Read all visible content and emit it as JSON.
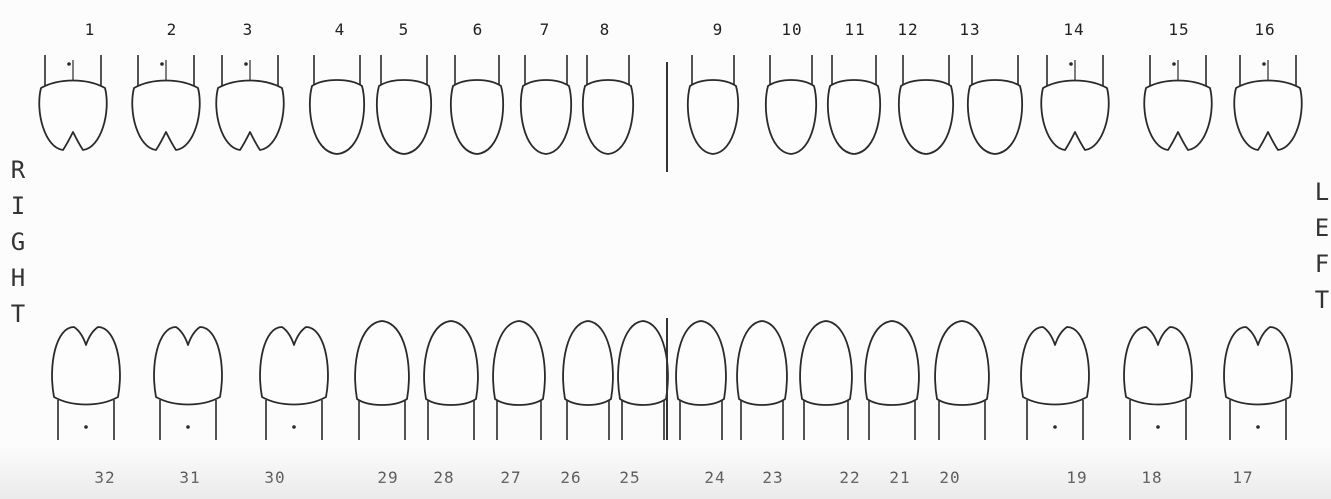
{
  "side_labels": {
    "right": [
      "R",
      "I",
      "G",
      "H",
      "T"
    ],
    "left": [
      "L",
      "E",
      "F",
      "T"
    ]
  },
  "upper_teeth": [
    {
      "number": "1",
      "type": "molar"
    },
    {
      "number": "2",
      "type": "molar"
    },
    {
      "number": "3",
      "type": "molar"
    },
    {
      "number": "4",
      "type": "premolar"
    },
    {
      "number": "5",
      "type": "premolar"
    },
    {
      "number": "6",
      "type": "canine"
    },
    {
      "number": "7",
      "type": "incisor"
    },
    {
      "number": "8",
      "type": "incisor"
    },
    {
      "number": "9",
      "type": "incisor"
    },
    {
      "number": "10",
      "type": "incisor"
    },
    {
      "number": "11",
      "type": "canine"
    },
    {
      "number": "12",
      "type": "premolar"
    },
    {
      "number": "13",
      "type": "premolar"
    },
    {
      "number": "14",
      "type": "molar"
    },
    {
      "number": "15",
      "type": "molar"
    },
    {
      "number": "16",
      "type": "molar"
    }
  ],
  "lower_teeth": [
    {
      "number": "32",
      "type": "molar"
    },
    {
      "number": "31",
      "type": "molar"
    },
    {
      "number": "30",
      "type": "molar"
    },
    {
      "number": "29",
      "type": "premolar"
    },
    {
      "number": "28",
      "type": "premolar"
    },
    {
      "number": "27",
      "type": "canine"
    },
    {
      "number": "26",
      "type": "incisor"
    },
    {
      "number": "25",
      "type": "incisor"
    },
    {
      "number": "24",
      "type": "incisor"
    },
    {
      "number": "23",
      "type": "incisor"
    },
    {
      "number": "22",
      "type": "canine"
    },
    {
      "number": "21",
      "type": "premolar"
    },
    {
      "number": "20",
      "type": "premolar"
    },
    {
      "number": "19",
      "type": "molar"
    },
    {
      "number": "18",
      "type": "molar"
    },
    {
      "number": "17",
      "type": "molar"
    }
  ],
  "colors": {
    "stroke": "#2a2a2a",
    "background": "#fcfcfc"
  }
}
